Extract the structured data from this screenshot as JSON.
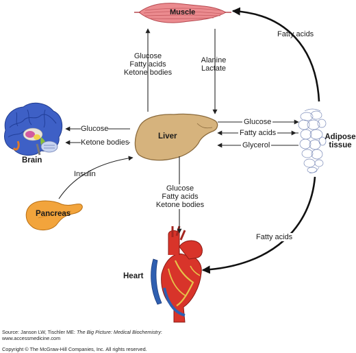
{
  "organs": {
    "muscle": "Muscle",
    "liver": "Liver",
    "brain": "Brain",
    "adipose_line1": "Adipose",
    "adipose_line2": "tissue",
    "pancreas": "Pancreas",
    "heart": "Heart"
  },
  "flows": {
    "liver_to_muscle": [
      "Glucose",
      "Fatty acids",
      "Ketone bodies"
    ],
    "muscle_to_liver": [
      "Alanine",
      "Lactate"
    ],
    "adipose_to_muscle": "Fatty acids",
    "liver_to_brain": [
      "Glucose",
      "Ketone bodies"
    ],
    "liver_to_adipose": "Glucose",
    "adipose_to_liver": [
      "Fatty acids",
      "Glycerol"
    ],
    "pancreas_to_liver": "Insulin",
    "liver_to_heart": [
      "Glucose",
      "Fatty acids",
      "Ketone bodies"
    ],
    "adipose_to_heart": "Fatty acids"
  },
  "footer": {
    "source_prefix": "Source: Janson LW, Tischler ME: ",
    "source_title": "The Big Picture: Medical Biochemistry",
    "source_suffix": ":",
    "url": "www.accessmedicine.com",
    "copyright": "Copyright © The McGraw-Hill Companies, Inc. All rights reserved."
  },
  "colors": {
    "muscle": "#e8868b",
    "liver": "#d4b07a",
    "pancreas": "#f2a33c",
    "brain": "#3c5fc4",
    "heart": "#d8342a",
    "arrow": "#222222"
  }
}
